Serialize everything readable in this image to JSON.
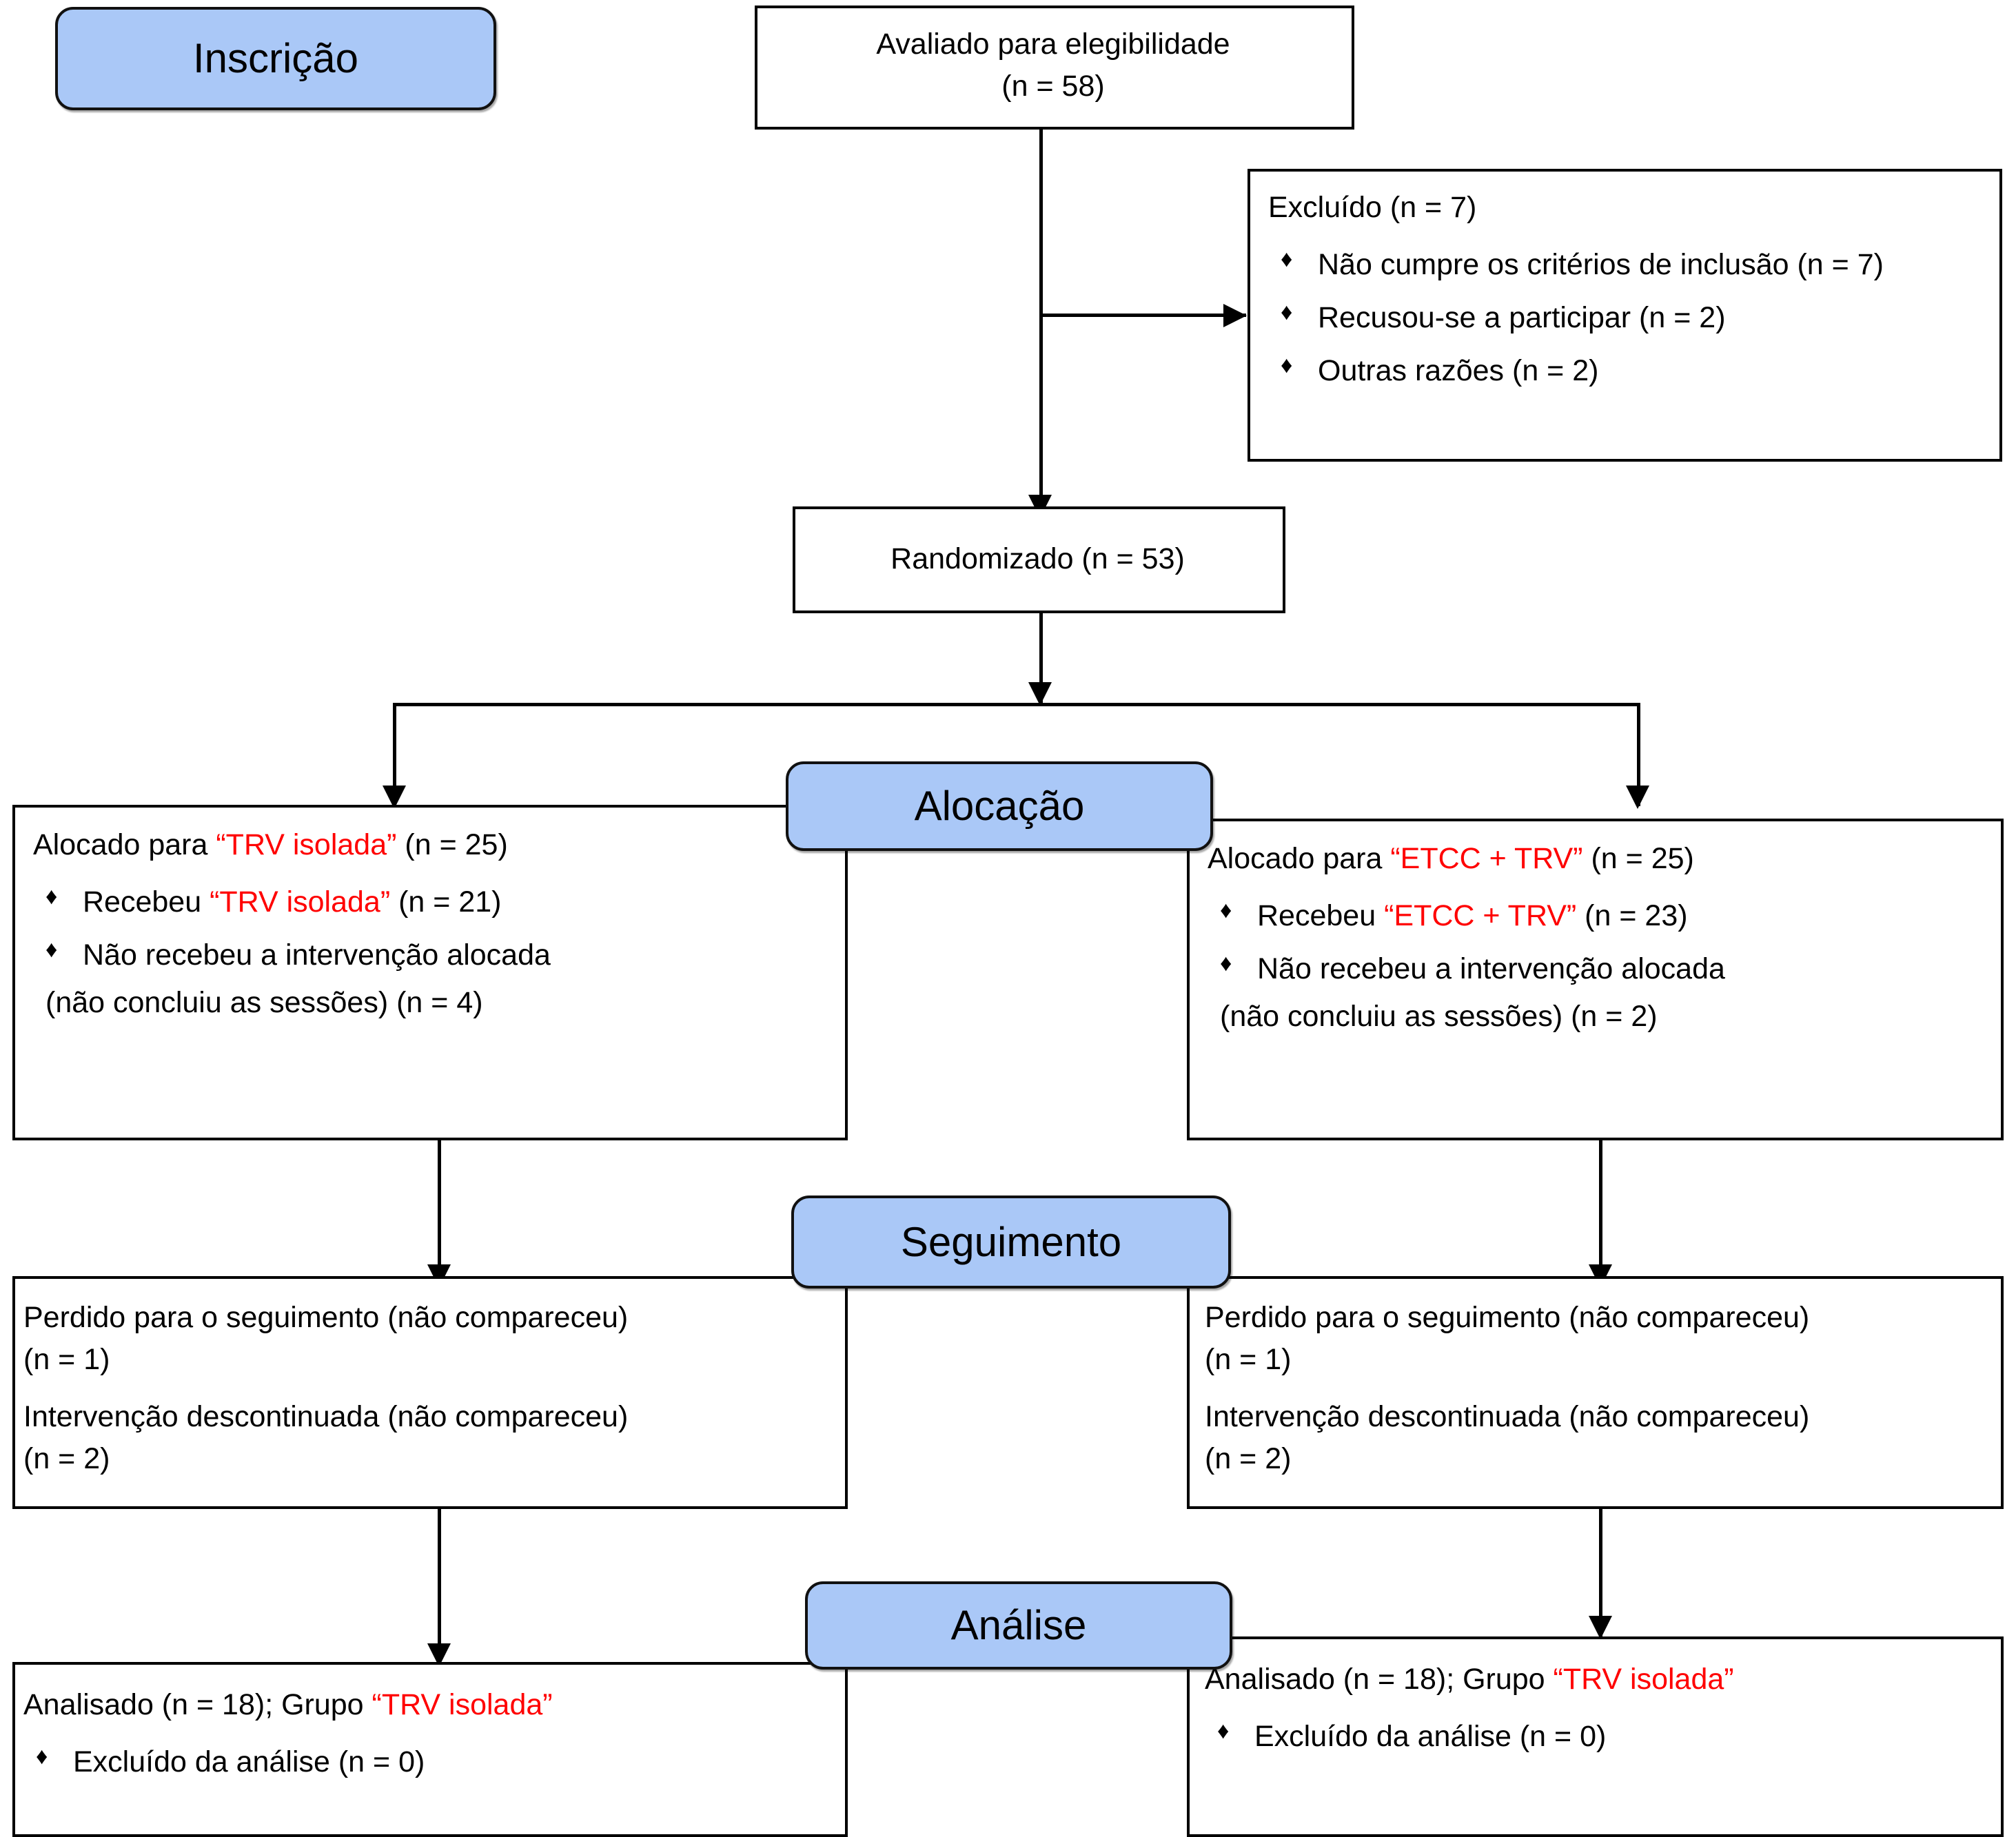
{
  "diagram": {
    "title": "CONSORT flow diagram",
    "language": "pt-BR",
    "colors": {
      "stage_fill": "#AAC8F7",
      "stage_border": "#111111",
      "box_border": "#000000",
      "emphasis_text": "#FF0000",
      "background": "#FFFFFF"
    }
  },
  "stages": {
    "enrollment": "Inscrição",
    "allocation": "Alocação",
    "followup": "Seguimento",
    "analysis": "Análise"
  },
  "boxes": {
    "assessed": {
      "line1": "Avaliado para elegibilidade",
      "line2": "(n = 58)"
    },
    "excluded": {
      "heading": "Excluído (n = 7)",
      "items": [
        "Não cumpre os critérios de inclusão (n = 7)",
        "Recusou-se a participar (n = 2)",
        "Outras razões (n = 2)"
      ]
    },
    "randomized": {
      "text": "Randomizado (n = 53)"
    },
    "alloc_left": {
      "head_pre": "Alocado para ",
      "head_red": "“TRV isolada”",
      "head_post": " (n = 25)",
      "item1_pre": "Recebeu ",
      "item1_red": "“TRV isolada”",
      "item1_post": " (n = 21)",
      "item2_line1": "Não recebeu a intervenção alocada",
      "item2_line2": "(não concluiu as sessões) (n = 4)"
    },
    "alloc_right": {
      "head_pre": "Alocado para ",
      "head_red": "“ETCC + TRV”",
      "head_post": " (n = 25)",
      "item1_pre": "Recebeu ",
      "item1_red": "“ETCC + TRV”",
      "item1_post": " (n = 23)",
      "item2_line1": "Não recebeu a intervenção alocada",
      "item2_line2": "(não concluiu as sessões) (n = 2)"
    },
    "follow_left": {
      "p1_line1": "Perdido para o seguimento (não compareceu)",
      "p1_line2": "(n = 1)",
      "p2_line1": "Intervenção descontinuada (não compareceu)",
      "p2_line2": "(n = 2)"
    },
    "follow_right": {
      "p1_line1": "Perdido para o seguimento (não compareceu)",
      "p1_line2": "(n = 1)",
      "p2_line1": "Intervenção descontinuada (não compareceu)",
      "p2_line2": "(n = 2)"
    },
    "analysis_left": {
      "head_pre": "Analisado (n = 18); Grupo ",
      "head_red": "“TRV isolada”",
      "item1": "Excluído da análise (n = 0)"
    },
    "analysis_right": {
      "head_pre": "Analisado (n = 18); Grupo ",
      "head_red": "“TRV isolada”",
      "item1": "Excluído da análise (n = 0)"
    }
  },
  "flow_data": {
    "type": "flowchart",
    "assessed_for_eligibility": 58,
    "excluded_total": 7,
    "excluded_reasons": [
      {
        "reason": "Não cumpre os critérios de inclusão",
        "n": 7
      },
      {
        "reason": "Recusou-se a participar",
        "n": 2
      },
      {
        "reason": "Outras razões",
        "n": 2
      }
    ],
    "randomized": 53,
    "arms": [
      {
        "name": "TRV isolada",
        "allocated": 25,
        "received": 21,
        "not_received": 4,
        "lost_to_followup": 1,
        "discontinued": 2,
        "analysed": 18,
        "excluded_from_analysis": 0
      },
      {
        "name": "ETCC + TRV",
        "allocated": 25,
        "received": 23,
        "not_received": 2,
        "lost_to_followup": 1,
        "discontinued": 2,
        "analysed": 18,
        "excluded_from_analysis": 0
      }
    ]
  }
}
